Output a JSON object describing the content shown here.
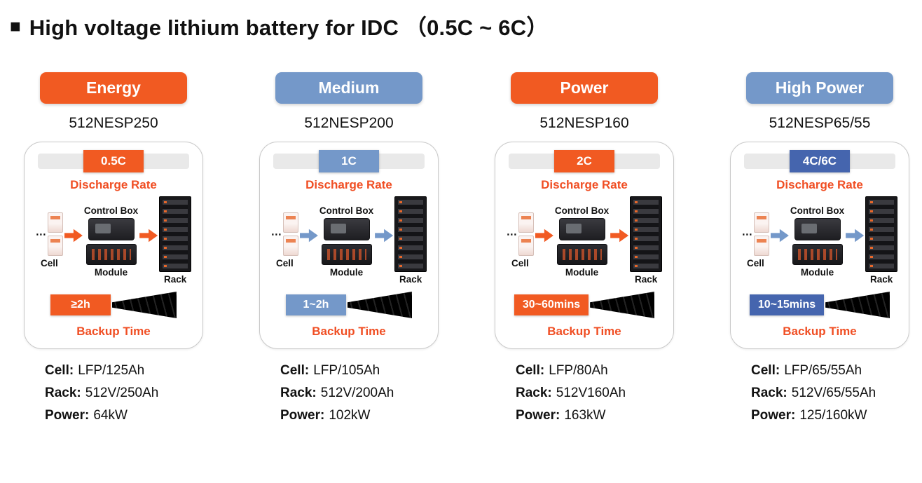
{
  "title": {
    "bullet": "■",
    "text": "High voltage lithium battery for IDC （0.5C ~ 6C）"
  },
  "colors": {
    "orange": "#F15A22",
    "blue": "#7498C9",
    "blue-dark": "#4565AE",
    "label-red": "#F04E23"
  },
  "columns": [
    {
      "category": "Energy",
      "model": "512NESP250",
      "rate": "0.5C",
      "rate_label": "Discharge Rate",
      "backup": "≥2h",
      "backup_label": "Backup Time",
      "diagram": {
        "dots": "⋯",
        "cell": "Cell",
        "control_box": "Control Box",
        "module": "Module",
        "rack": "Rack"
      },
      "specs": [
        {
          "label": "Cell:",
          "value": "LFP/125Ah"
        },
        {
          "label": "Rack:",
          "value": "512V/250Ah"
        },
        {
          "label": "Power:",
          "value": "64kW"
        }
      ]
    },
    {
      "category": "Medium",
      "model": "512NESP200",
      "rate": "1C",
      "rate_label": "Discharge Rate",
      "backup": "1~2h",
      "backup_label": "Backup Time",
      "diagram": {
        "dots": "⋯",
        "cell": "Cell",
        "control_box": "Control Box",
        "module": "Module",
        "rack": "Rack"
      },
      "specs": [
        {
          "label": "Cell:",
          "value": "LFP/105Ah"
        },
        {
          "label": "Rack:",
          "value": "512V/200Ah"
        },
        {
          "label": "Power:",
          "value": "102kW"
        }
      ]
    },
    {
      "category": "Power",
      "model": "512NESP160",
      "rate": "2C",
      "rate_label": "Discharge Rate",
      "backup": "30~60mins",
      "backup_label": "Backup Time",
      "diagram": {
        "dots": "⋯",
        "cell": "Cell",
        "control_box": "Control Box",
        "module": "Module",
        "rack": "Rack"
      },
      "specs": [
        {
          "label": "Cell:",
          "value": "LFP/80Ah"
        },
        {
          "label": "Rack:",
          "value": "512V160Ah"
        },
        {
          "label": "Power:",
          "value": "163kW"
        }
      ]
    },
    {
      "category": "High Power",
      "model": "512NESP65/55",
      "rate": "4C/6C",
      "rate_label": "Discharge Rate",
      "backup": "10~15mins",
      "backup_label": "Backup Time",
      "diagram": {
        "dots": "⋯",
        "cell": "Cell",
        "control_box": "Control Box",
        "module": "Module",
        "rack": "Rack"
      },
      "specs": [
        {
          "label": "Cell:",
          "value": "LFP/65/55Ah"
        },
        {
          "label": "Rack:",
          "value": "512V/65/55Ah"
        },
        {
          "label": "Power:",
          "value": "125/160kW"
        }
      ]
    }
  ]
}
